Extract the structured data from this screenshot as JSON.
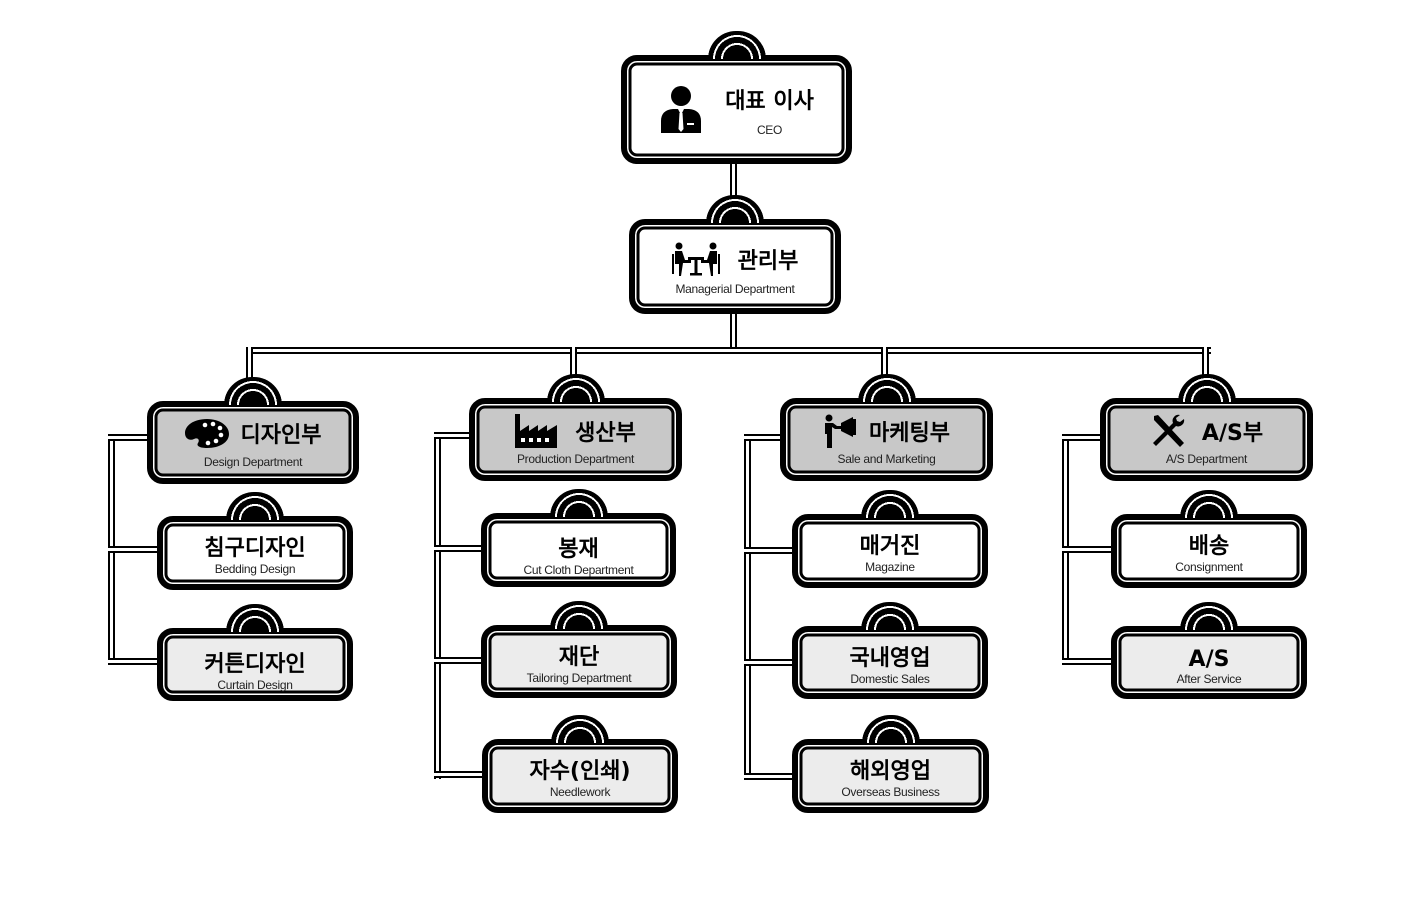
{
  "ceo": {
    "title": "대표 이사",
    "subtitle": "CEO",
    "icon": "businessman-icon"
  },
  "management": {
    "title": "관리부",
    "subtitle": "Managerial Department",
    "icon": "meeting-icon"
  },
  "departments": [
    {
      "title": "디자인부",
      "subtitle": "Design Department",
      "icon": "palette-icon",
      "teams": [
        {
          "title": "침구디자인",
          "subtitle": "Bedding Design"
        },
        {
          "title": "커튼디자인",
          "subtitle": "Curtain Design"
        }
      ]
    },
    {
      "title": "생산부",
      "subtitle": "Production Department",
      "icon": "factory-icon",
      "teams": [
        {
          "title": "봉재",
          "subtitle": "Cut Cloth Department"
        },
        {
          "title": "재단",
          "subtitle": "Tailoring Department"
        },
        {
          "title": "자수(인쇄)",
          "subtitle": "Needlework"
        }
      ]
    },
    {
      "title": "마케팅부",
      "subtitle": "Sale and Marketing",
      "icon": "megaphone-icon",
      "teams": [
        {
          "title": "매거진",
          "subtitle": "Magazine"
        },
        {
          "title": "국내영업",
          "subtitle": "Domestic Sales"
        },
        {
          "title": "해외영업",
          "subtitle": "Overseas Business"
        }
      ]
    },
    {
      "title": "A/S부",
      "subtitle": "A/S Department",
      "icon": "tools-icon",
      "teams": [
        {
          "title": "배송",
          "subtitle": "Consignment"
        },
        {
          "title": "A/S",
          "subtitle": "After Service"
        }
      ]
    }
  ]
}
